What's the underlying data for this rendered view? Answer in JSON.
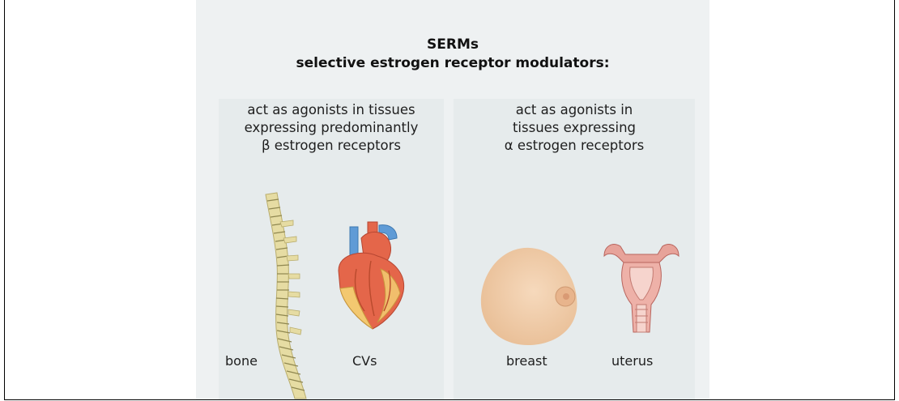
{
  "title": "SERMs",
  "subtitle": "selective estrogen receptor modulators:",
  "left_column": {
    "lines": [
      "act as agonists in tissues",
      "expressing predominantly",
      "β estrogen receptors"
    ],
    "labels": [
      "bone",
      "CVs"
    ],
    "icons": [
      "spine-icon",
      "heart-icon"
    ]
  },
  "right_column": {
    "lines": [
      "act as agonists in",
      "tissues expressing",
      "α estrogen receptors"
    ],
    "labels": [
      "breast",
      "uterus"
    ],
    "icons": [
      "breast-icon",
      "uterus-icon"
    ]
  },
  "colors": {
    "bone": "#e6dca3",
    "heart_red": "#e4664a",
    "heart_blue": "#5f9bd6",
    "skin": "#f0c9a4",
    "uterus_pink": "#e7a39a"
  }
}
